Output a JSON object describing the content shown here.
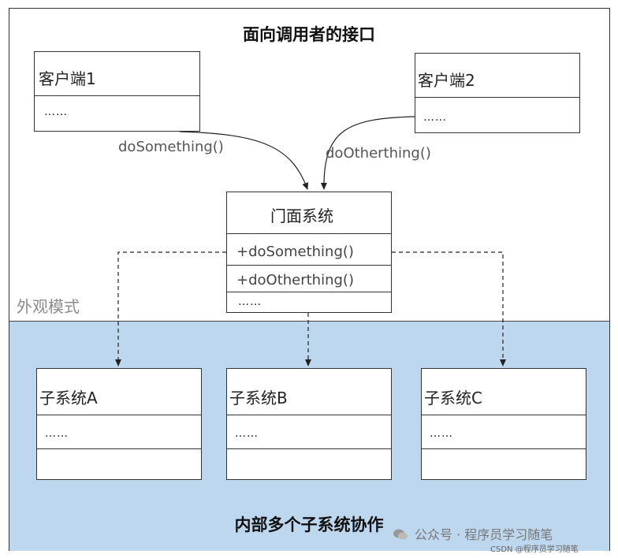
{
  "titles": {
    "top": "面向调用者的接口",
    "bottom": "内部多个子系统协作",
    "pattern": "外观模式"
  },
  "clients": [
    {
      "name": "客户端1",
      "body": "……"
    },
    {
      "name": "客户端2",
      "body": "……"
    }
  ],
  "facade": {
    "name": "门面系统",
    "methods": [
      "+doSomething()",
      "+doOtherthing()"
    ],
    "more": "……"
  },
  "subsystems": [
    {
      "name": "子系统A",
      "body": "……"
    },
    {
      "name": "子系统B",
      "body": "……"
    },
    {
      "name": "子系统C",
      "body": "……"
    }
  ],
  "edges": {
    "client1_call": "doSomething()",
    "client2_call": "doOtherthing()"
  },
  "watermark": {
    "account": "公众号 · 程序员学习随笔",
    "source": "CSDN @程序员学习随笔",
    "icon": "wechat-icon"
  },
  "colors": {
    "lower_band": "#bdd7ee",
    "border": "#333333",
    "pattern_label": "#8c8c8c"
  }
}
